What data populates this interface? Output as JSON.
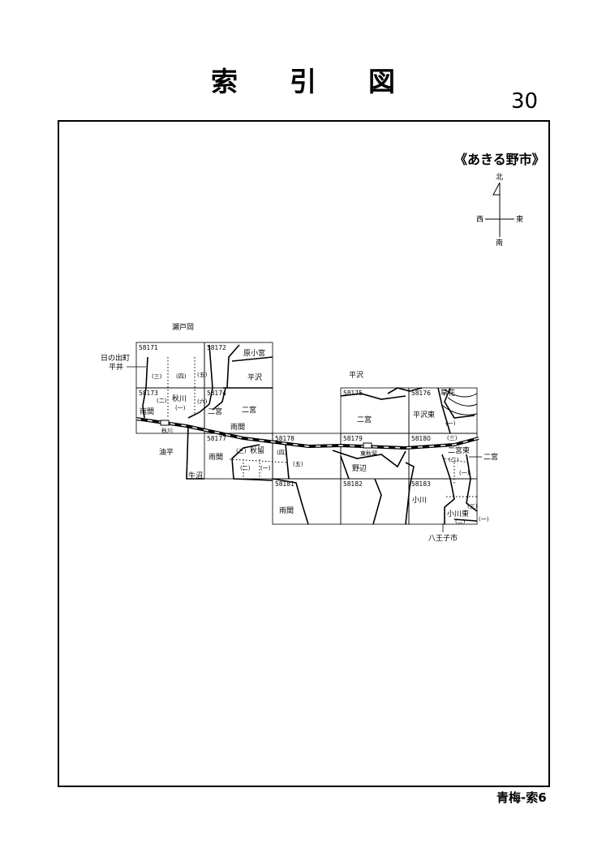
{
  "header": {
    "title": "索引図",
    "page_number": "30"
  },
  "city_label": "《あきる野市》",
  "compass": {
    "north": "北",
    "south": "南",
    "east": "東",
    "west": "西"
  },
  "footer": {
    "label": "青梅-索6"
  },
  "sheets": [
    "58171",
    "58172",
    "58173",
    "58174",
    "58175",
    "58176",
    "58177",
    "58178",
    "58179",
    "58180",
    "58181",
    "58182",
    "58183"
  ],
  "outside_labels": [
    "瀬戸岡",
    "日の出町",
    "平井",
    "平沢",
    "油平",
    "牛沼",
    "二宮",
    "八王子市"
  ],
  "area_labels": [
    "原小宮",
    "平沢",
    "雨間",
    "秋川",
    "二宮",
    "雨間",
    "二宮",
    "平沢東",
    "草花",
    "雨間",
    "秋留",
    "野辺",
    "二宮東",
    "雨間",
    "小川",
    "小川東"
  ],
  "sub_labels": [
    "(三)",
    "(四)",
    "(五)",
    "(二)",
    "(一)",
    "(六)",
    "(三)",
    "(四)",
    "(二)",
    "(一)",
    "(五)",
    "(一)",
    "(三)",
    "(二)",
    "(一)",
    "(三)",
    "(二)",
    "(一)"
  ],
  "river_labels": [
    "秋川"
  ],
  "station_labels": [
    "東秋留"
  ],
  "colors": {
    "ink": "#000000",
    "paper": "#ffffff"
  }
}
